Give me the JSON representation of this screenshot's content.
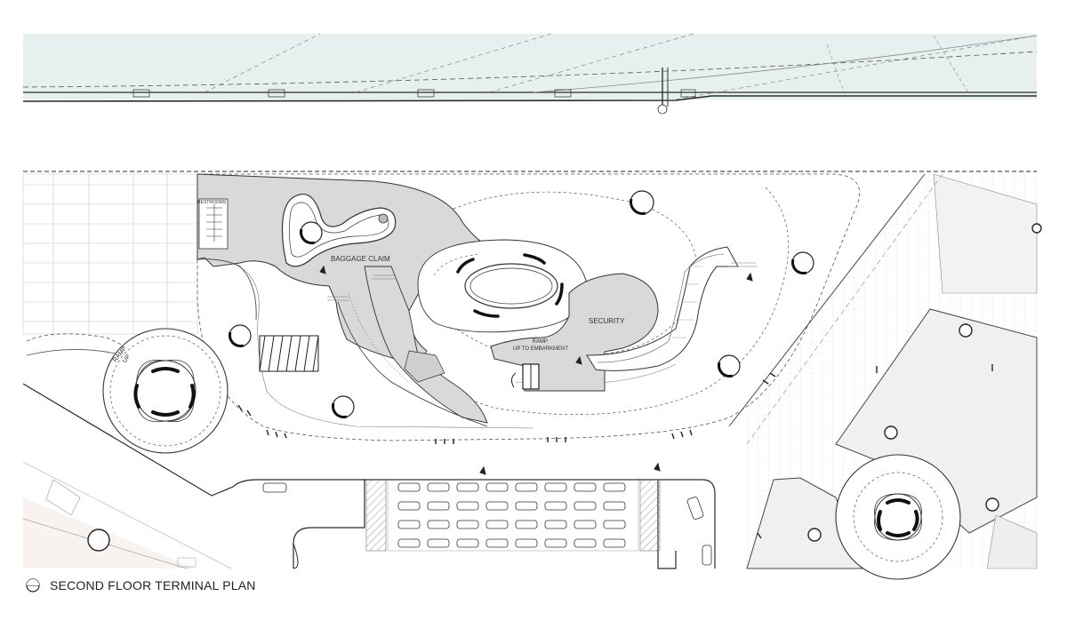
{
  "caption": "SECOND FLOOR TERMINAL PLAN",
  "labels": {
    "restrooms": "RESTROOMS",
    "baggage_claim": "BAGGAGE CLAIM",
    "security": "SECURITY",
    "ramp_embark": "RAMP\nUP TO EMBARKMENT",
    "ramp_up": "RAMP\nUP"
  },
  "colors": {
    "line": "#2a2a2a",
    "fill_gray": "#d9d9d9",
    "fill_light": "#efefef",
    "water": "#e6f0ee",
    "hatch": "#bdbdbd"
  },
  "icons": [
    "north-arrow-icon"
  ]
}
